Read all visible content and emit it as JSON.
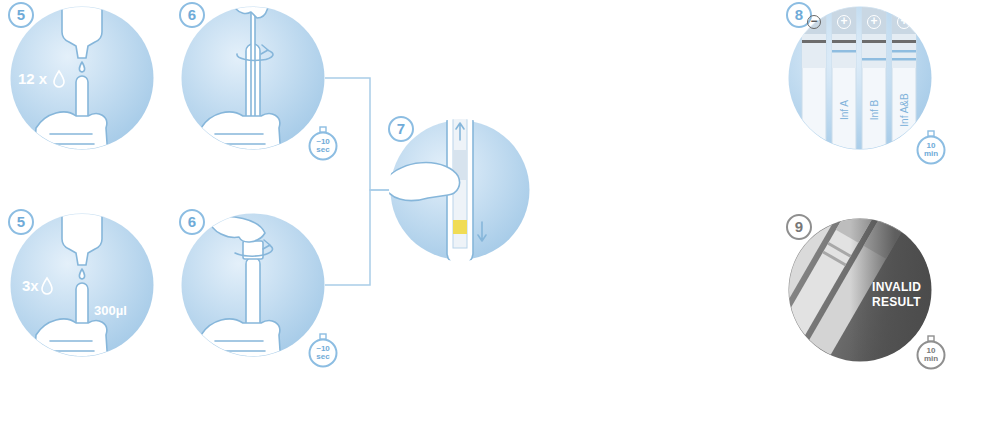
{
  "diagram": {
    "nodes": [
      {
        "text": [
          "5",
          "12 x"
        ]
      },
      {
        "text": [
          "5",
          "3x",
          "300µl"
        ]
      },
      {
        "text": [
          "6"
        ]
      },
      {
        "text": [
          "~10 sec"
        ]
      },
      {
        "text": [
          "6"
        ]
      },
      {
        "text": [
          "~10 sec"
        ]
      },
      {
        "text": [
          "7"
        ]
      },
      {
        "text": [
          "8",
          "Inf A",
          "Inf B",
          "Inf A&B"
        ]
      },
      {
        "text": [
          "10 min"
        ]
      },
      {
        "text": [
          "9",
          "INVALID RESULT"
        ]
      },
      {
        "text": [
          "10 min"
        ]
      }
    ],
    "edges": [
      {
        "from": 2,
        "to": 6,
        "arrow": "none"
      },
      {
        "from": 4,
        "to": 6,
        "arrow": "none"
      }
    ],
    "labels": [
      "−",
      "+",
      "+",
      "+"
    ]
  }
}
